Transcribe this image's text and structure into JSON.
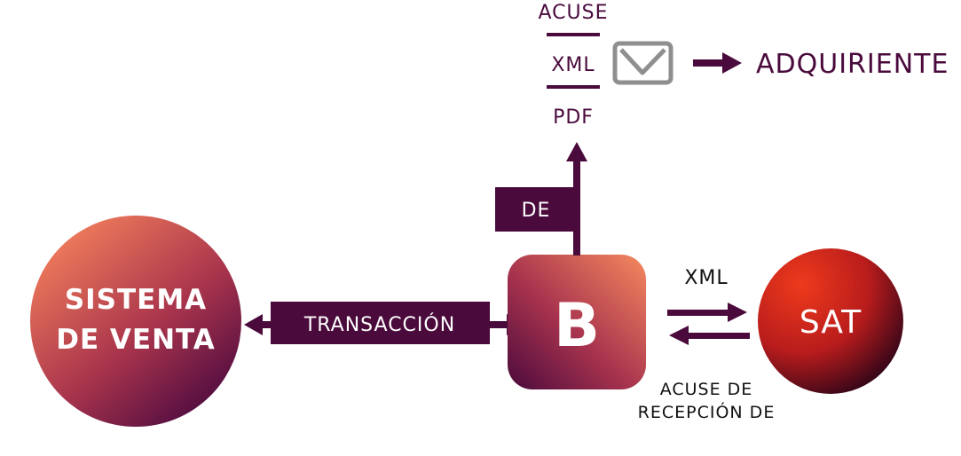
{
  "nodes": {
    "sistema": {
      "line1": "SISTEMA",
      "line2": "DE VENTA"
    },
    "b": {
      "label": "B"
    },
    "sat": {
      "label": "SAT"
    }
  },
  "labels": {
    "transaccion": "TRANSACCIÓN",
    "de": "DE",
    "xml_to_sat": "XML",
    "acuse_line1": "ACUSE DE",
    "acuse_line2": "RECEPCIÓN DE"
  },
  "stack": {
    "top": "ACUSE",
    "middle": "XML",
    "bottom": "PDF"
  },
  "destination": {
    "label": "ADQUIRIENTE"
  },
  "icons": {
    "envelope": "envelope-icon"
  },
  "colors": {
    "purple": "#4a0a3c",
    "text_dark": "#4a0a3c",
    "grad_light": "#f07c5a",
    "grad_dark": "#4a0a3c",
    "sat_light": "#e8401e",
    "sat_dark": "#2a0418",
    "envelope_gray": "#8f8f8f"
  }
}
